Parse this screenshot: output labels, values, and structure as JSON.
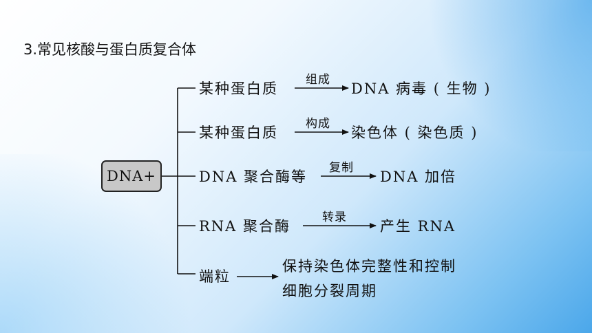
{
  "title": "3.常见核酸与蛋白质复合体",
  "root": "DNA+",
  "branches": [
    {
      "left": "某种蛋白质",
      "arrow_label": "组成",
      "right": "DNA 病毒 ( 生物 )"
    },
    {
      "left": "某种蛋白质",
      "arrow_label": "构成",
      "right": "染色体 ( 染色质 )"
    },
    {
      "left": "DNA 聚合酶等",
      "arrow_label": "复制",
      "right": "DNA 加倍"
    },
    {
      "left": "RNA 聚合酶",
      "arrow_label": "转录",
      "right": "产生 RNA"
    },
    {
      "left": "端粒",
      "arrow_label": "",
      "right_lines": [
        "保持染色体完整性和控制",
        "细胞分裂周期"
      ]
    }
  ]
}
